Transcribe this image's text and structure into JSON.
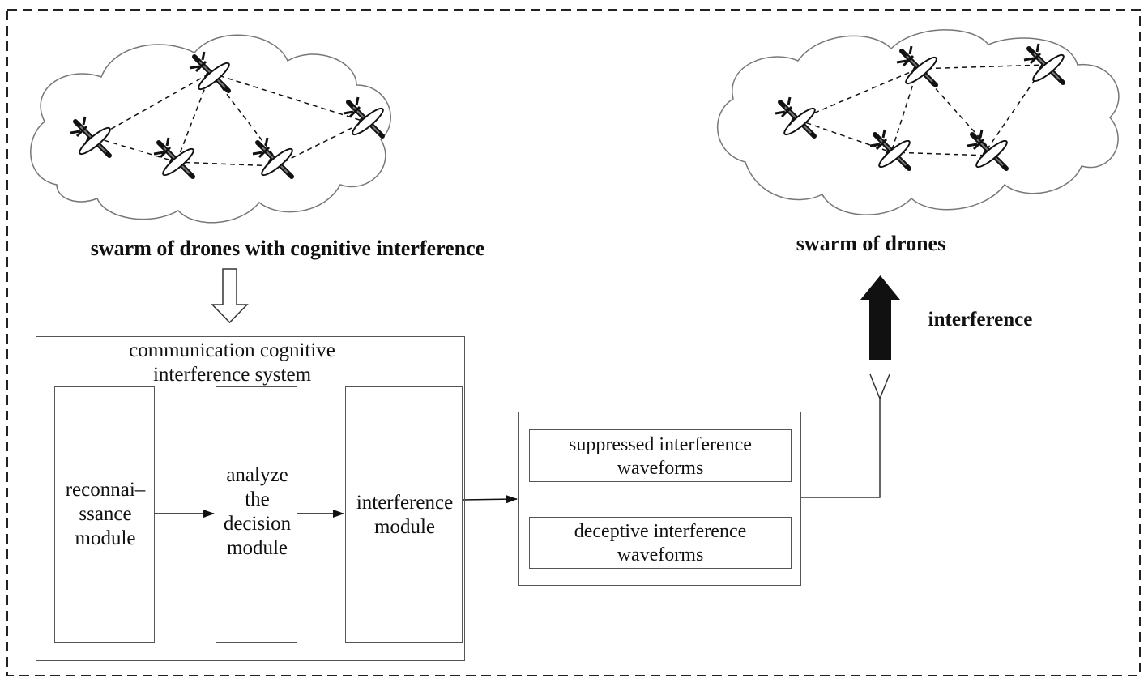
{
  "left_swarm": {
    "caption": "swarm of drones with cognitive interference"
  },
  "right_swarm": {
    "caption": "swarm of drones"
  },
  "system": {
    "title_line1": "communication cognitive",
    "title_line2": "interference system",
    "modules": [
      {
        "lines": [
          "reconnai–",
          "ssance",
          "module"
        ]
      },
      {
        "lines": [
          "analyze",
          "the",
          "decision",
          "module"
        ]
      },
      {
        "lines": [
          "interference",
          "module"
        ]
      }
    ]
  },
  "waveforms": [
    {
      "lines": [
        "suppressed interference",
        "waveforms"
      ]
    },
    {
      "lines": [
        "deceptive interference",
        "waveforms"
      ]
    }
  ],
  "interference_label": "interference",
  "colors": {
    "line": "#111111",
    "box_border": "#555555",
    "arrow_fill": "#111111"
  }
}
